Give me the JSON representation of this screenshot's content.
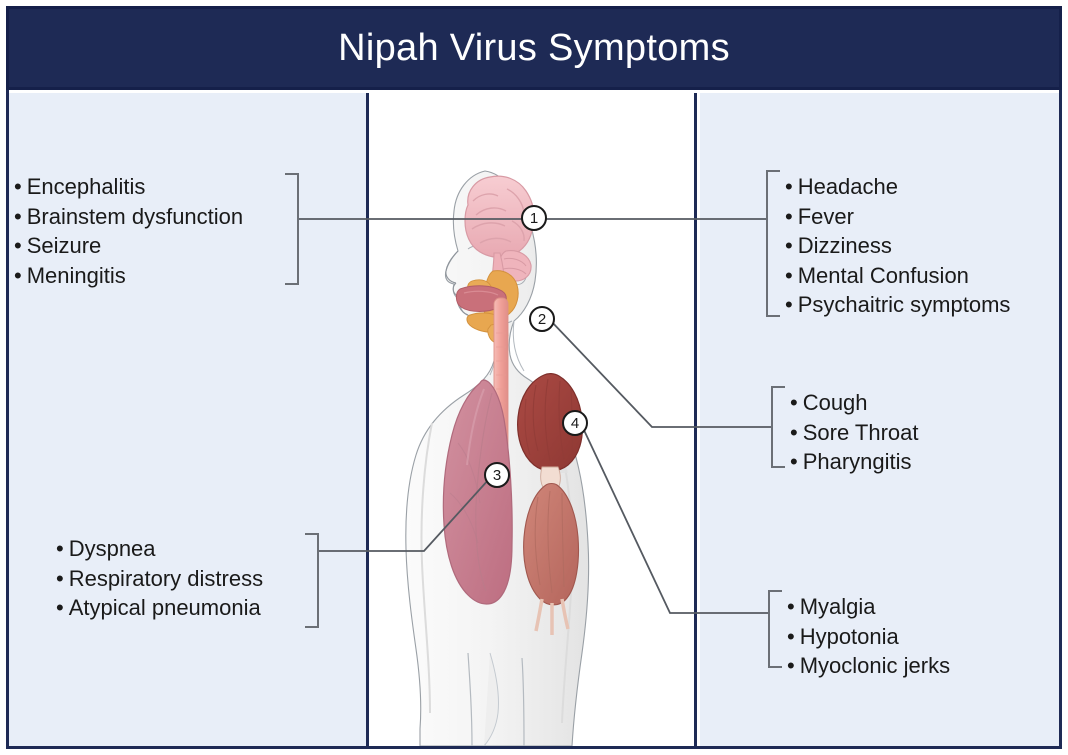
{
  "header": {
    "title": "Nipah Virus Symptoms",
    "bar_color": "#1e2a55",
    "text_color": "#ffffff"
  },
  "theme": {
    "panel_side_bg": "#e8eef8",
    "panel_center_bg": "#ffffff",
    "frame_border": "#1e2a55",
    "bracket_color": "#6b6f76",
    "leader_color": "#555a61",
    "brain_color": "#f2c2c8",
    "lung_color": "#c97d8e",
    "muscle_color": "#a0413b",
    "muscle_light_color": "#c9766a",
    "sinus_color": "#e8a750",
    "oral_color": "#c9707a",
    "trachea_color": "#f0a6a0",
    "body_color": "#f4f4f4"
  },
  "groups": {
    "neuro": {
      "side": "left",
      "marker": "1",
      "items": [
        "Encephalitis",
        "Brainstem dysfunction",
        "Seizure",
        "Meningitis"
      ]
    },
    "respiratory": {
      "side": "left",
      "marker": "3",
      "items": [
        "Dyspnea",
        "Respiratory distress",
        "Atypical pneumonia"
      ]
    },
    "general": {
      "side": "right",
      "marker": "1",
      "items": [
        "Headache",
        "Fever",
        "Dizziness",
        "Mental Confusion",
        "Psychaitric symptoms"
      ]
    },
    "throat": {
      "side": "right",
      "marker": "2",
      "items": [
        "Cough",
        "Sore Throat",
        "Pharyngitis"
      ]
    },
    "muscle": {
      "side": "right",
      "marker": "4",
      "items": [
        "Myalgia",
        "Hypotonia",
        "Myoclonic jerks"
      ]
    }
  },
  "markers": [
    {
      "id": "1",
      "label": "1",
      "organ": "brain"
    },
    {
      "id": "2",
      "label": "2",
      "organ": "throat-trachea"
    },
    {
      "id": "3",
      "label": "3",
      "organ": "lung"
    },
    {
      "id": "4",
      "label": "4",
      "organ": "shoulder-muscle"
    }
  ],
  "bullet": "•"
}
